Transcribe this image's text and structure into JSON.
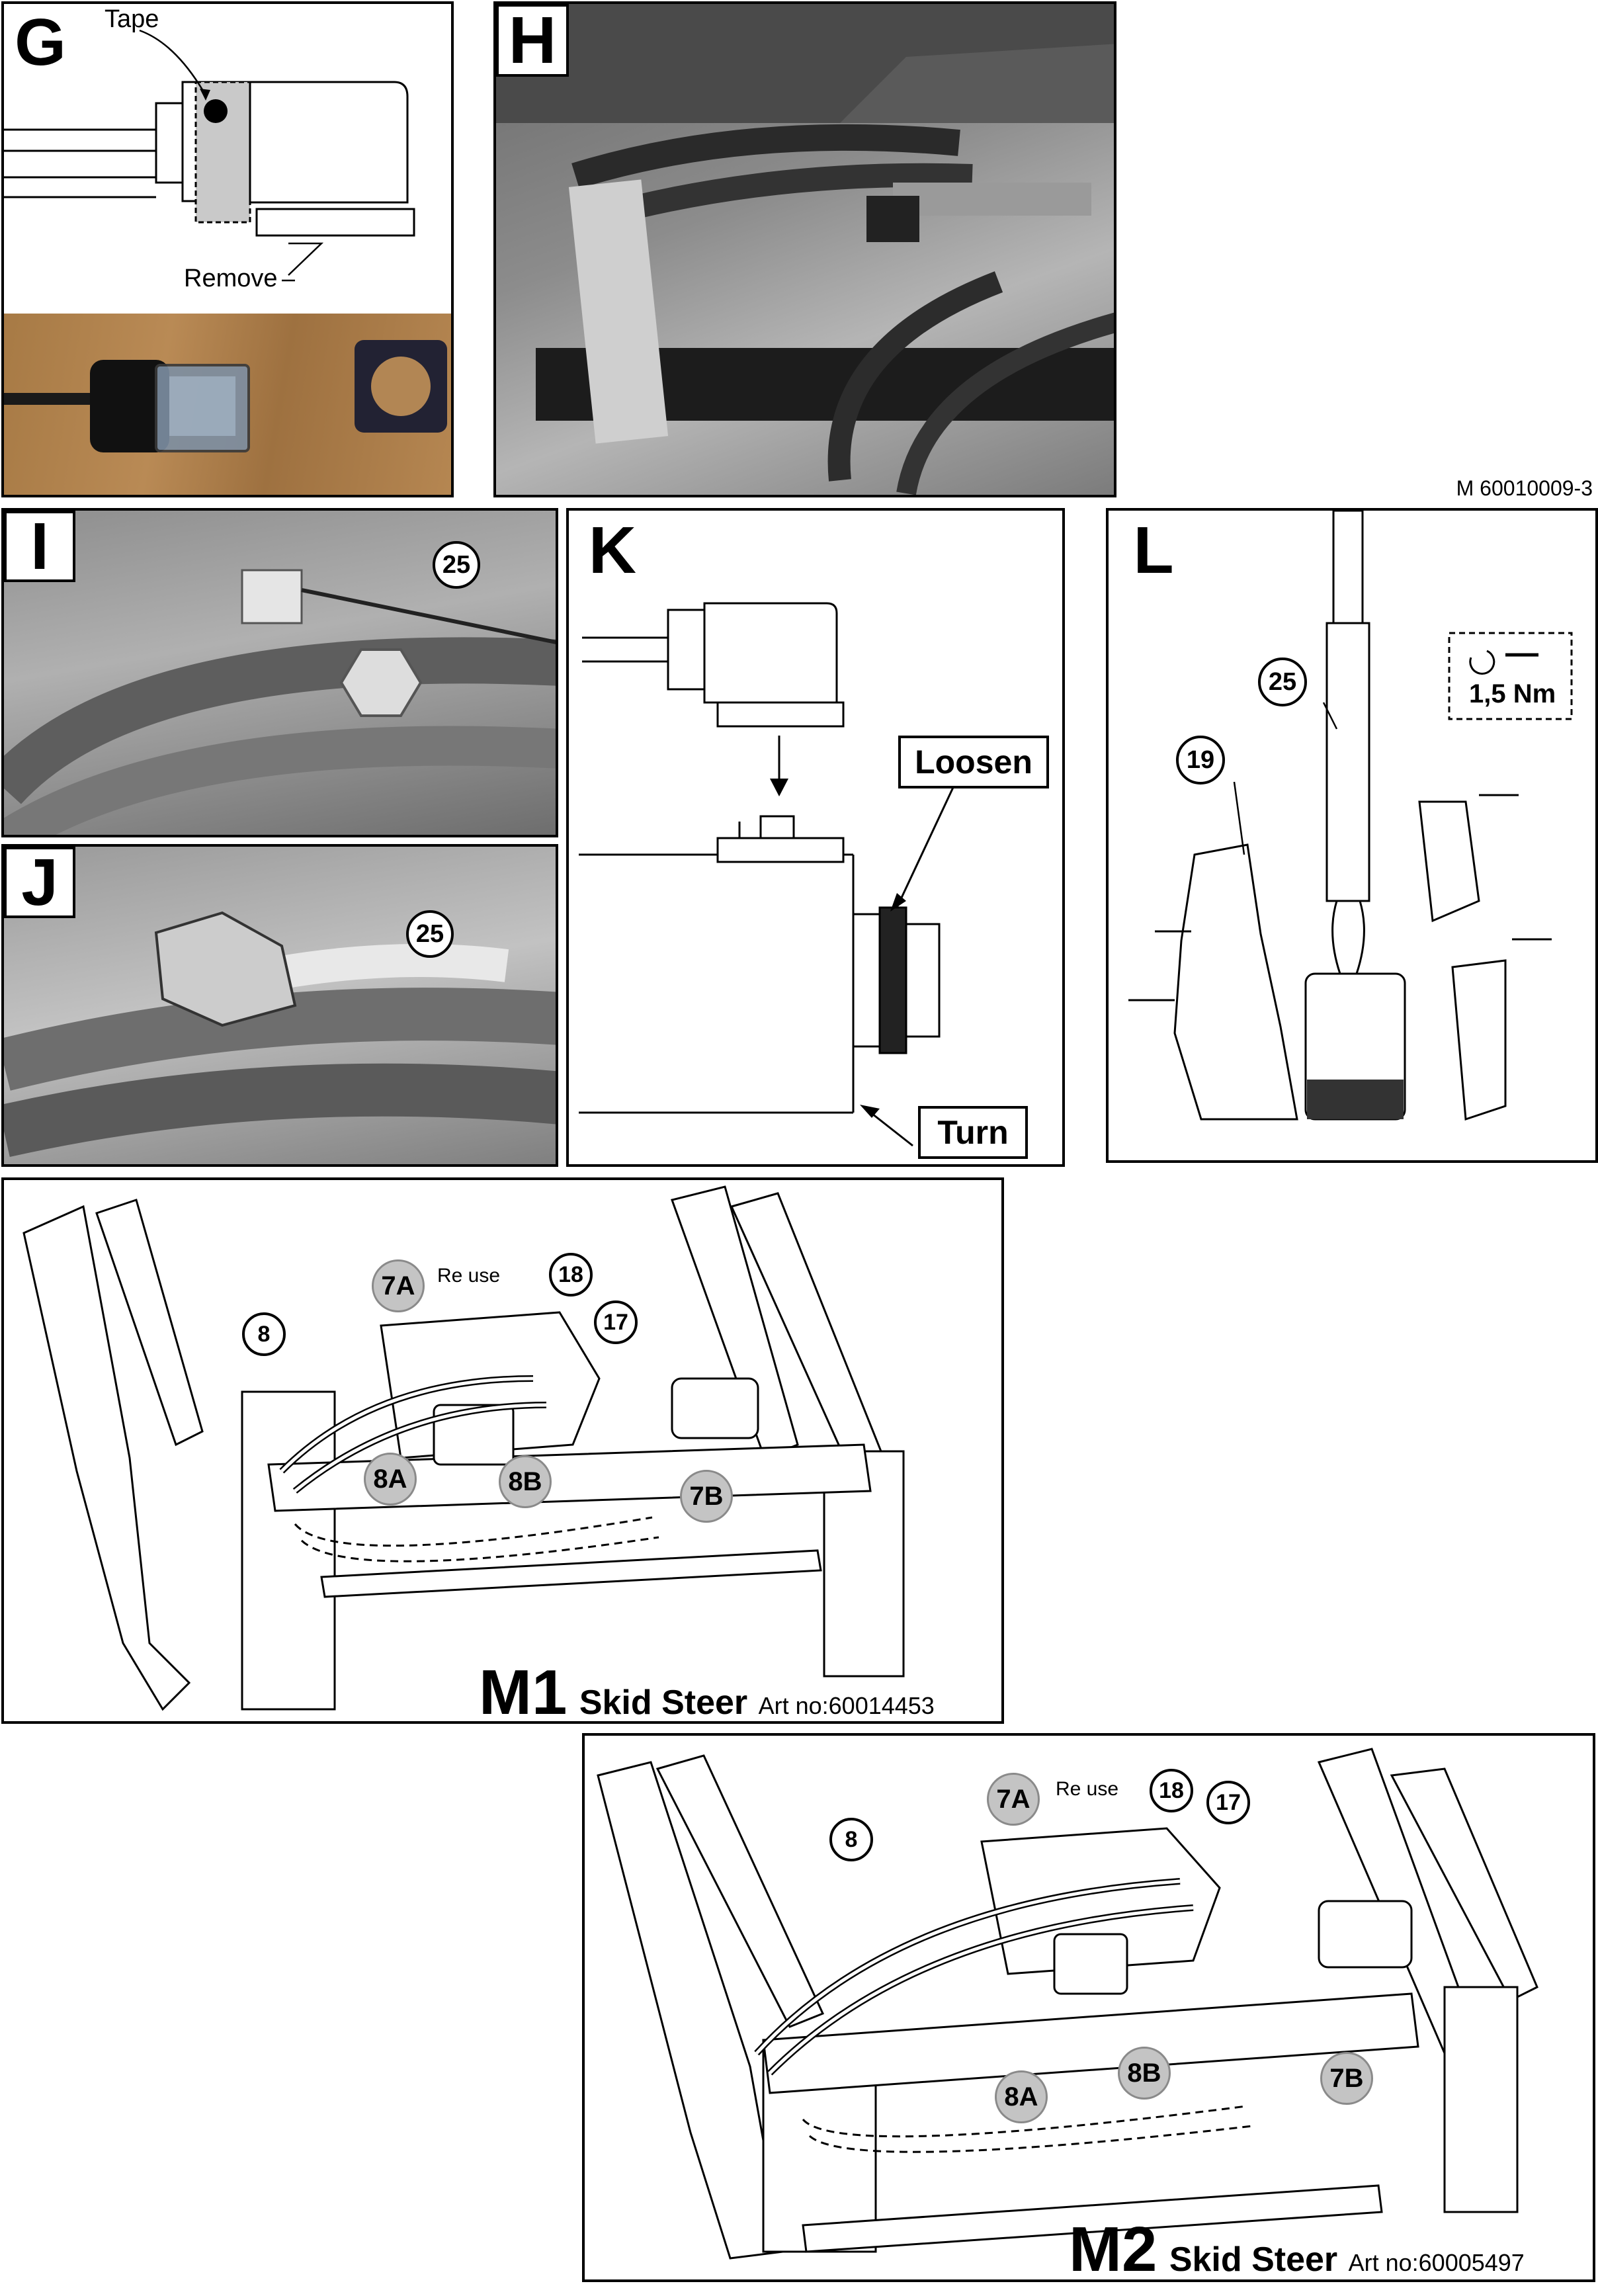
{
  "panels": {
    "g": {
      "letter": "G",
      "tape_label": "Tape",
      "remove_label": "Remove"
    },
    "h": {
      "letter": "H"
    },
    "figure_number": "M 60010009-3",
    "i": {
      "letter": "I",
      "callout": "25"
    },
    "j": {
      "letter": "J",
      "callout": "25"
    },
    "k": {
      "letter": "K",
      "loosen_label": "Loosen",
      "turn_label": "Turn"
    },
    "l": {
      "letter": "L",
      "callout_25": "25",
      "callout_19": "19",
      "torque": "1,5 Nm"
    }
  },
  "m1": {
    "model": "M1",
    "title": "Skid Steer",
    "art_no": "Art no:60014453",
    "reuse_label": "Re use",
    "callouts": {
      "c7a": "7A",
      "c18": "18",
      "c8": "8",
      "c17": "17",
      "c8a": "8A",
      "c8b": "8B",
      "c7b": "7B"
    }
  },
  "m2": {
    "model": "M2",
    "title": "Skid Steer",
    "art_no": "Art no:60005497",
    "reuse_label": "Re use",
    "callouts": {
      "c7a": "7A",
      "c18": "18",
      "c8": "8",
      "c17": "17",
      "c8a": "8A",
      "c8b": "8B",
      "c7b": "7B"
    }
  }
}
